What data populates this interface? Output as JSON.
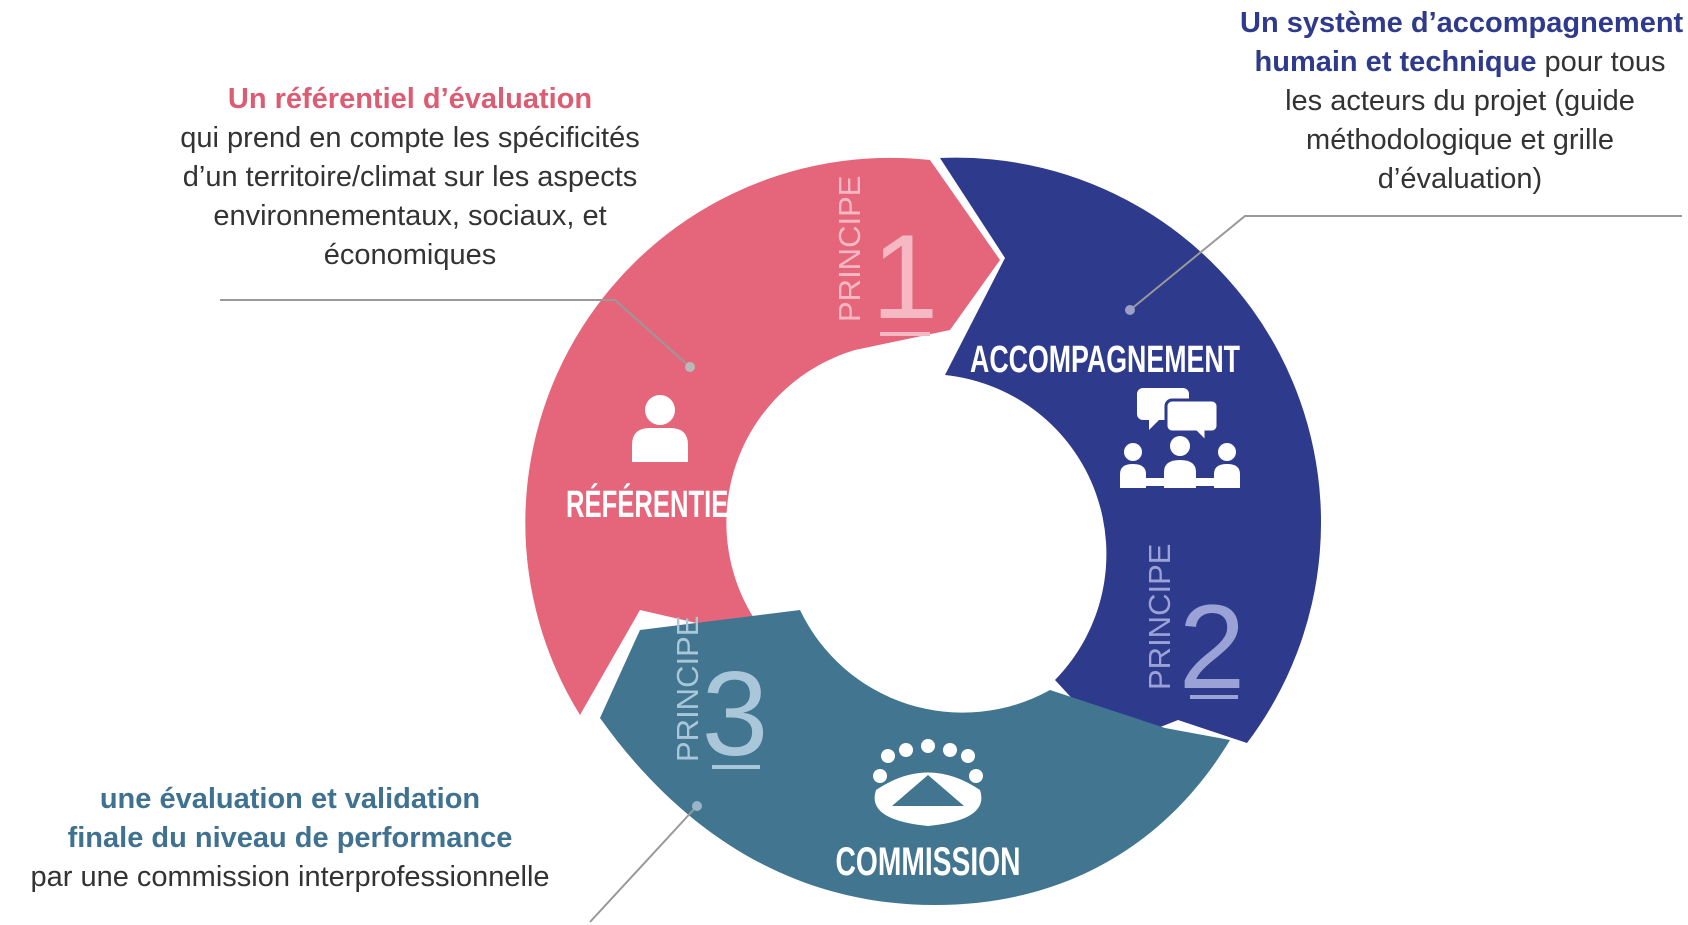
{
  "colors": {
    "referentiel": "#e5667b",
    "accompagnement": "#2e3a8c",
    "commission": "#417590",
    "line": "#999999"
  },
  "segments": {
    "referentiel": {
      "title": "RÉFÉRENTIEL",
      "principle_word": "PRINCIPE",
      "principle_number": "1",
      "icon": "person-icon"
    },
    "accompagnement": {
      "title": "ACCOMPAGNEMENT",
      "principle_word": "PRINCIPE",
      "principle_number": "2",
      "icon": "meeting-chat-icon"
    },
    "commission": {
      "title": "COMMISSION",
      "principle_word": "PRINCIPE",
      "principle_number": "3",
      "icon": "round-table-icon"
    }
  },
  "callouts": {
    "referentiel": {
      "heading": "Un référentiel d’évaluation",
      "lines": [
        "qui prend en compte les spécificités",
        "d’un territoire/climat sur les aspects",
        "environnementaux, sociaux, et",
        "économiques"
      ]
    },
    "accompagnement": {
      "heading_line1": "Un système d’accompagnement",
      "heading_line2": "humain et technique",
      "heading_line2_rest": " pour tous",
      "lines": [
        "les acteurs du projet (guide",
        "méthodologique et grille",
        "d’évaluation)"
      ]
    },
    "commission": {
      "heading_line1": "une évaluation et validation",
      "heading_line2": "finale du niveau de performance",
      "lines": [
        "par une commission interprofessionnelle"
      ]
    }
  }
}
